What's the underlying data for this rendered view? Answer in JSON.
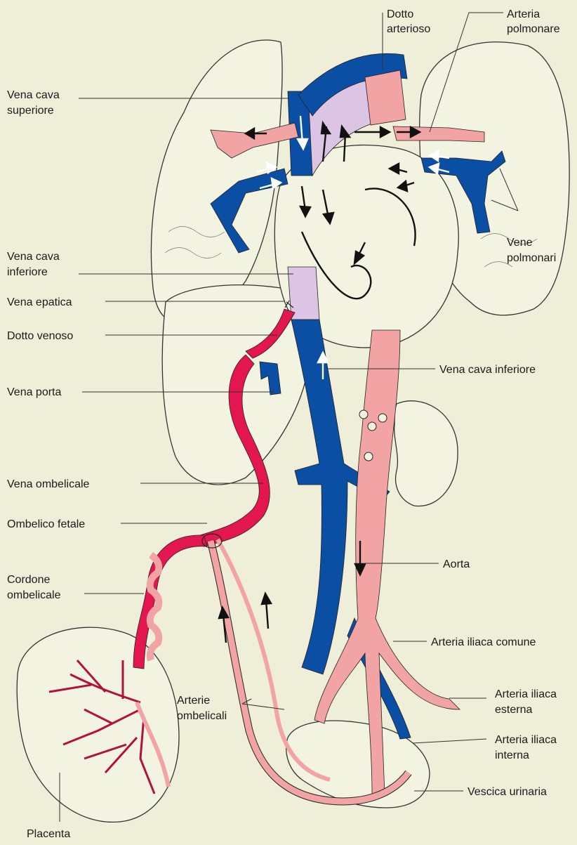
{
  "labels": {
    "dotto_arterioso_1": "Dotto",
    "dotto_arterioso_2": "arterioso",
    "arteria_polmonare_1": "Arteria",
    "arteria_polmonare_2": "polmonare",
    "vena_cava_sup_1": "Vena cava",
    "vena_cava_sup_2": "superiore",
    "vene_polmonari_1": "Vene",
    "vene_polmonari_2": "polmonari",
    "vena_cava_inf_left_1": "Vena cava",
    "vena_cava_inf_left_2": "inferiore",
    "vena_epatica": "Vena epatica",
    "dotto_venoso": "Dotto venoso",
    "vena_cava_inferiore_right": "Vena cava inferiore",
    "vena_porta": "Vena porta",
    "vena_ombelicale": "Vena ombelicale",
    "ombelico_fetale": "Ombelico fetale",
    "aorta": "Aorta",
    "cordone_1": "Cordone",
    "cordone_2": "ombelicale",
    "arteria_iliaca_comune": "Arteria iliaca comune",
    "arterie_ombelicali_1": "Arterie",
    "arterie_ombelicali_2": "ombelicali",
    "iliaca_esterna_1": "Arteria iliaca",
    "iliaca_esterna_2": "esterna",
    "iliaca_interna_1": "Arteria iliaca",
    "iliaca_interna_2": "interna",
    "vescica": "Vescica urinaria",
    "placenta": "Placenta"
  },
  "colors": {
    "background": "#eeeed9",
    "deoxygenated_vein": "#0a4fa3",
    "oxygenated_blood": "#e3164f",
    "mixed_arterial": "#f2a4a4",
    "mixed_venous": "#dcc4e4",
    "outline": "#333333"
  }
}
